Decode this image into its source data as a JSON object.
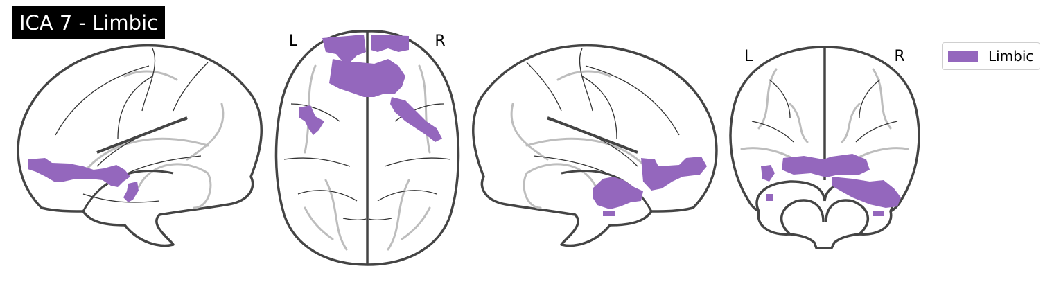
{
  "title": "ICA 7 - Limbic",
  "views": {
    "axial": {
      "left_label": "L",
      "right_label": "R"
    },
    "coronal": {
      "left_label": "L",
      "right_label": "R"
    }
  },
  "legend": {
    "label": "Limbic",
    "color": "#9467bd"
  },
  "overlay_color": "#9467bd"
}
